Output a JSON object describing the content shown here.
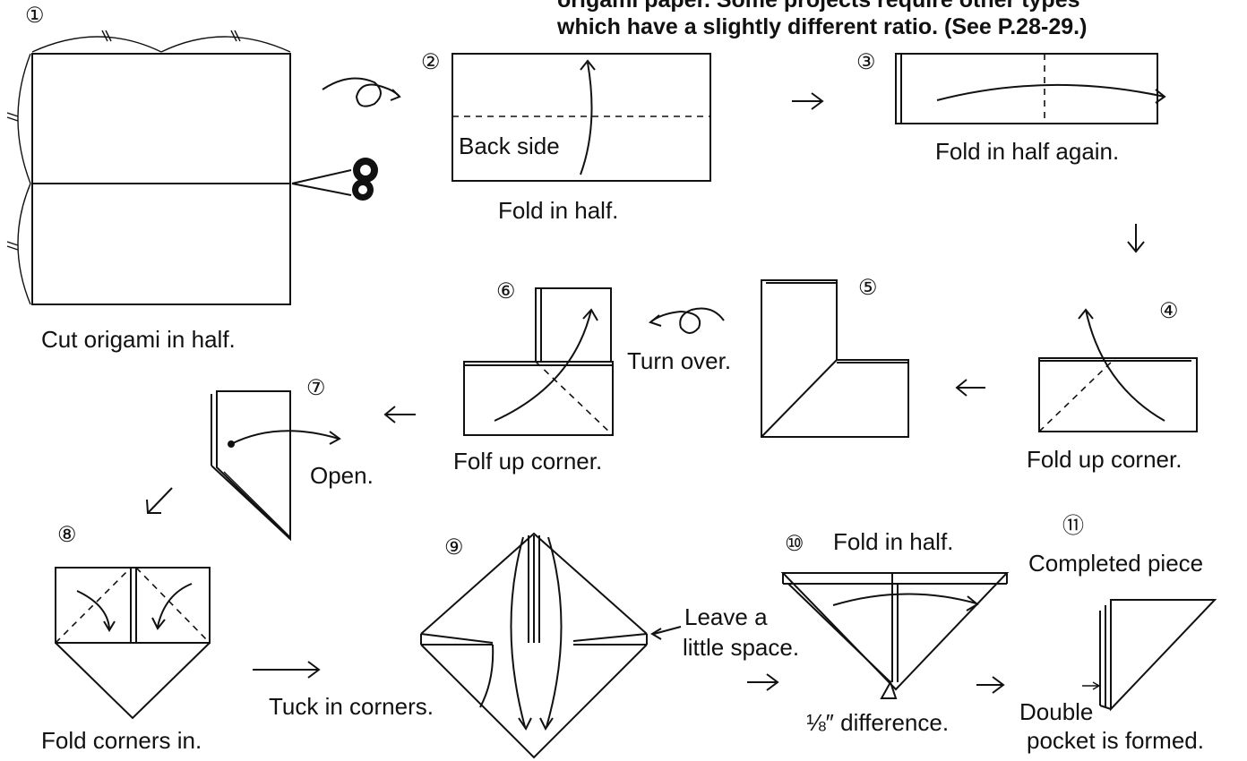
{
  "header": {
    "line1": "origami paper. Some projects require other types",
    "line2": "which have a slightly different ratio. (See P.28-29.)"
  },
  "steps": [
    {
      "num": "①",
      "caption": "Cut origami in half."
    },
    {
      "num": "②",
      "caption": "Fold in half.",
      "note": "Back side"
    },
    {
      "num": "③",
      "caption": "Fold in half again."
    },
    {
      "num": "④",
      "caption": "Fold up corner."
    },
    {
      "num": "⑤",
      "caption": ""
    },
    {
      "num": "⑥",
      "caption": "Folf up corner.",
      "note": "Turn over."
    },
    {
      "num": "⑦",
      "caption": "",
      "note": "Open."
    },
    {
      "num": "⑧",
      "caption": "Fold corners in."
    },
    {
      "num": "⑨",
      "caption": "",
      "note": "Tuck in corners.",
      "note2a": "Leave a",
      "note2b": "little space."
    },
    {
      "num": "⑩",
      "caption": "Fold in half.",
      "note": "⅛″ difference."
    },
    {
      "num": "⑪",
      "caption": "Completed piece",
      "note_a": "Double",
      "note_b": "pocket is formed."
    }
  ],
  "icons": [
    "scissors-icon",
    "turn-over-icon",
    "arrow-right-icon",
    "arrow-down-icon",
    "arrow-left-icon",
    "arrow-down-left-icon"
  ]
}
